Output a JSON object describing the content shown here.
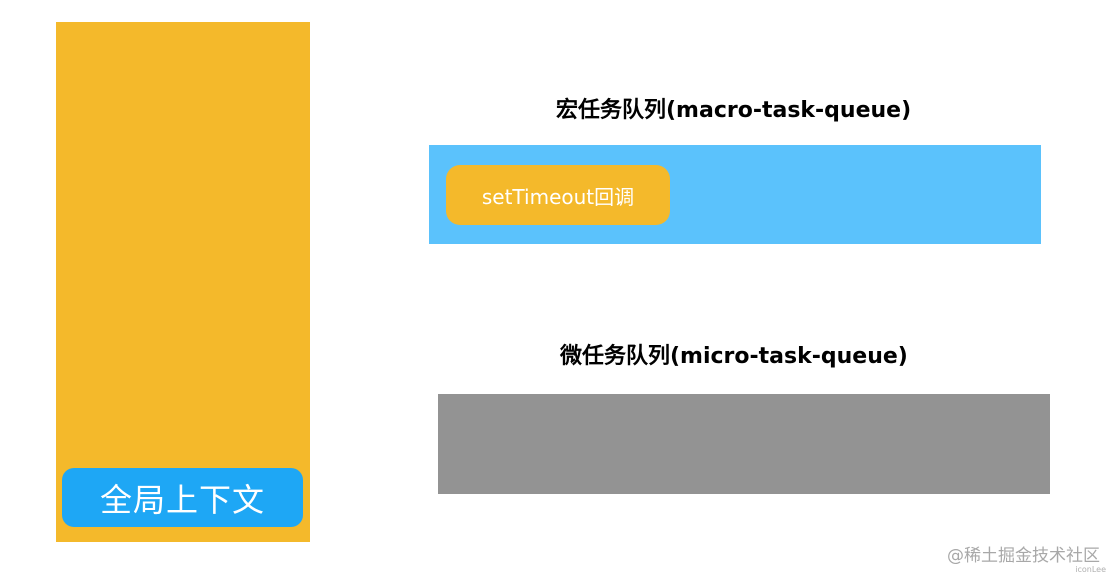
{
  "call_stack": {
    "global_context_label": "全局上下文",
    "color": "#F4B92B",
    "context_color": "#1EA7F5"
  },
  "macro_queue": {
    "title": "宏任务队列(macro-task-queue)",
    "color": "#5BC2FC",
    "items": [
      {
        "label": "setTimeout回调",
        "color": "#F4B92B"
      }
    ]
  },
  "micro_queue": {
    "title": "微任务队列(micro-task-queue)",
    "color": "#939393"
  },
  "watermark": {
    "text": "@稀土掘金技术社区",
    "sub": "iconLee"
  }
}
